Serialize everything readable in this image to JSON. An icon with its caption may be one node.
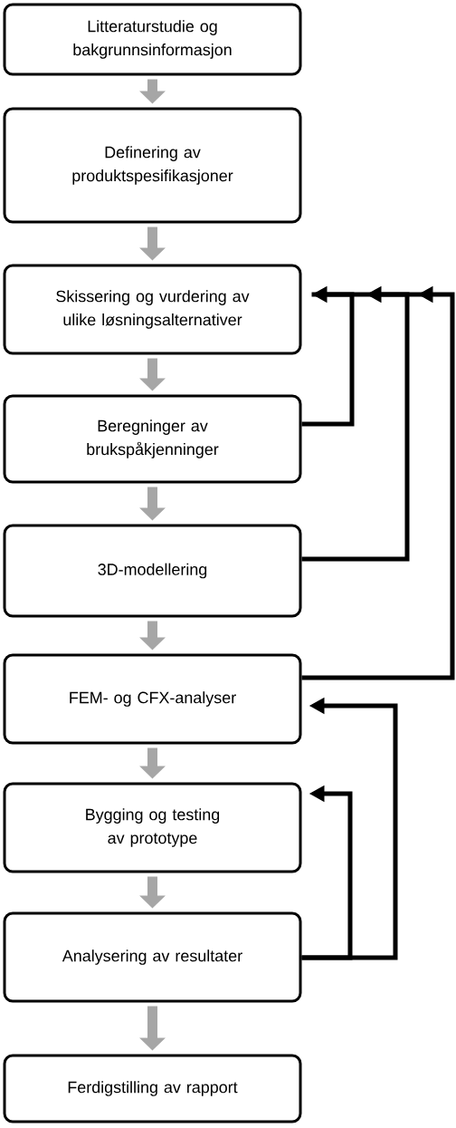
{
  "diagram": {
    "nodes": [
      {
        "text": [
          "Litteraturstudie og bakgrunnsinformasjon"
        ]
      },
      {
        "text": [
          "Definering av produktspesifikasjoner"
        ]
      },
      {
        "text": [
          "Skissering og vurdering av ulike løsningsalternativer"
        ]
      },
      {
        "text": [
          "Beregninger av brukspåkjenninger"
        ]
      },
      {
        "text": [
          "3D-modellering"
        ]
      },
      {
        "text": [
          "FEM- og CFX-analyser"
        ]
      },
      {
        "text": [
          "Bygging og testing av prototype"
        ]
      },
      {
        "text": [
          "Analysering av resultater"
        ]
      },
      {
        "text": [
          "Ferdigstilling av rapport"
        ]
      }
    ],
    "edges": [
      {
        "from": 0,
        "to": 1,
        "arrow": "to"
      },
      {
        "from": 1,
        "to": 2,
        "arrow": "to"
      },
      {
        "from": 2,
        "to": 3,
        "arrow": "to"
      },
      {
        "from": 3,
        "to": 4,
        "arrow": "to"
      },
      {
        "from": 4,
        "to": 5,
        "arrow": "to"
      },
      {
        "from": 5,
        "to": 6,
        "arrow": "to"
      },
      {
        "from": 6,
        "to": 7,
        "arrow": "to"
      },
      {
        "from": 7,
        "to": 8,
        "arrow": "to"
      },
      {
        "from": 3,
        "to": 2,
        "arrow": "to",
        "color": "#000000"
      },
      {
        "from": 4,
        "to": 2,
        "arrow": "to",
        "color": "#000000"
      },
      {
        "from": 5,
        "to": 2,
        "arrow": "to",
        "color": "#000000"
      },
      {
        "from": 7,
        "to": 5,
        "arrow": "to",
        "color": "#000000"
      },
      {
        "from": 7,
        "to": 6,
        "arrow": "to",
        "color": "#000000"
      }
    ]
  }
}
